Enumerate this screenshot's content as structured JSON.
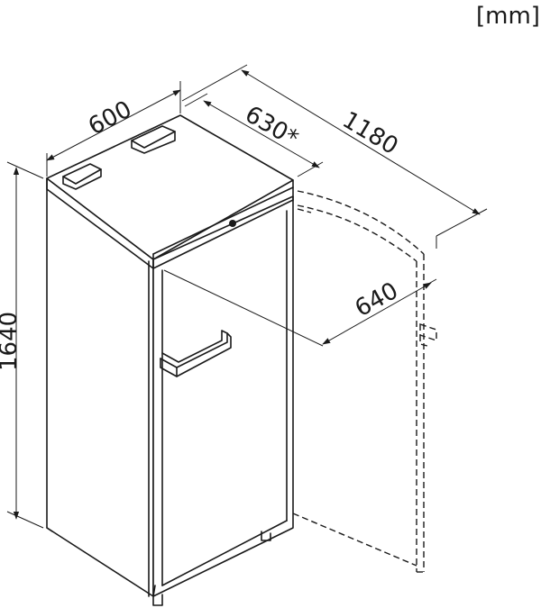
{
  "unit": "[mm]",
  "dimensions": {
    "width": "600",
    "depth": "630*",
    "depth_door_open": "1180",
    "depth_with_door": "640",
    "height": "1640"
  }
}
